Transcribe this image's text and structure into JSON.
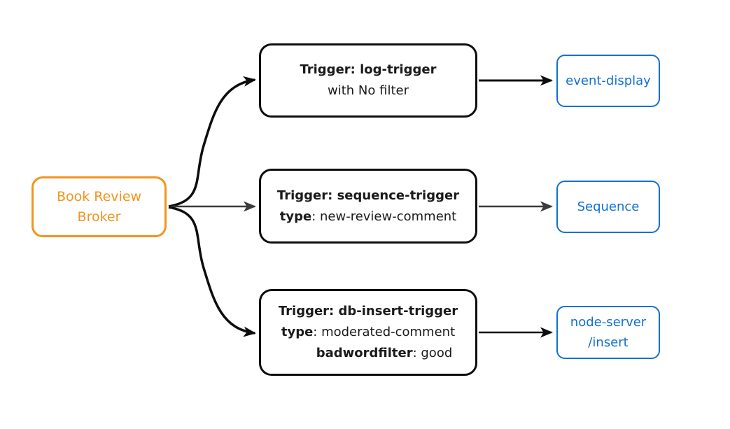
{
  "colors": {
    "broker": "#F3941E",
    "trigger_border": "#0d0d0d",
    "trigger_text": "#1a1a1a",
    "sink": "#1170D2",
    "edge_dark": "#0d0d0d",
    "edge_gray": "#3b3b3b"
  },
  "broker": {
    "label": "Book Review\nBroker"
  },
  "triggers": [
    {
      "title": "Trigger: log-trigger",
      "lines": [
        {
          "bold": "",
          "text": "with No filter"
        }
      ]
    },
    {
      "title": "Trigger: sequence-trigger",
      "lines": [
        {
          "bold": "type",
          "text": ": new-review-comment"
        }
      ]
    },
    {
      "title": "Trigger: db-insert-trigger",
      "lines": [
        {
          "bold": "type",
          "text": ": moderated-comment"
        },
        {
          "bold": "badwordfilter",
          "text": ": good"
        }
      ]
    }
  ],
  "sinks": [
    {
      "label": "event-display"
    },
    {
      "label": "Sequence"
    },
    {
      "label": "node-server\n/insert"
    }
  ]
}
